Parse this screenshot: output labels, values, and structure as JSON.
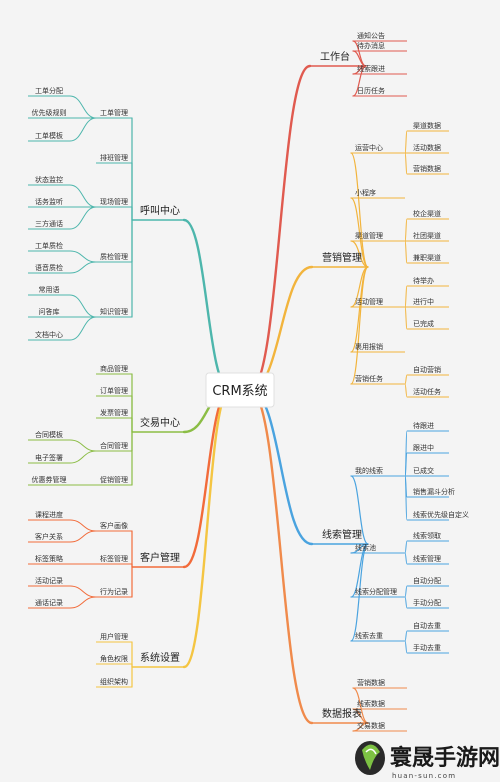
{
  "center": {
    "label": "CRM系统"
  },
  "branches": [
    {
      "label": "工作台",
      "color": "#e05a4f",
      "children": [
        {
          "label": "通知公告"
        },
        {
          "label": "待办消息"
        },
        {
          "label": "线索跟进"
        },
        {
          "label": "日历任务"
        }
      ]
    },
    {
      "label": "营销管理",
      "color": "#f2b43c",
      "children": [
        {
          "label": "运营中心",
          "children": [
            {
              "label": "渠道数据"
            },
            {
              "label": "活动数据"
            },
            {
              "label": "营销数据"
            }
          ]
        },
        {
          "label": "小程序"
        },
        {
          "label": "渠道管理",
          "children": [
            {
              "label": "校企渠道"
            },
            {
              "label": "社团渠道"
            },
            {
              "label": "兼职渠道"
            }
          ]
        },
        {
          "label": "活动管理",
          "children": [
            {
              "label": "待举办"
            },
            {
              "label": "进行中"
            },
            {
              "label": "已完成"
            }
          ]
        },
        {
          "label": "裹用报销"
        },
        {
          "label": "营销任务",
          "children": [
            {
              "label": "自动营销"
            },
            {
              "label": "活动任务"
            }
          ]
        }
      ]
    },
    {
      "label": "线索管理",
      "color": "#4aa3df",
      "children": [
        {
          "label": "我的线索",
          "children": [
            {
              "label": "待跟进"
            },
            {
              "label": "跟进中"
            },
            {
              "label": "已成交"
            },
            {
              "label": "销售漏斗分析"
            },
            {
              "label": "线索优先级自定义"
            }
          ]
        },
        {
          "label": "线索池",
          "children": [
            {
              "label": "线索领取"
            },
            {
              "label": "线索管理"
            }
          ]
        },
        {
          "label": "线索分配管理",
          "children": [
            {
              "label": "自动分配"
            },
            {
              "label": "手动分配"
            }
          ]
        },
        {
          "label": "线索去重",
          "children": [
            {
              "label": "自动去重"
            },
            {
              "label": "手动去重"
            }
          ]
        }
      ]
    },
    {
      "label": "数据报表",
      "color": "#f08a4b",
      "children": [
        {
          "label": "营销数据"
        },
        {
          "label": "线索数据"
        },
        {
          "label": "交易数据"
        }
      ]
    },
    {
      "label": "呼叫中心",
      "color": "#4db6ac",
      "children": [
        {
          "label": "工单管理",
          "children": [
            {
              "label": "工单分配"
            },
            {
              "label": "优先级规则"
            },
            {
              "label": "工单模板"
            }
          ]
        },
        {
          "label": "排班管理"
        },
        {
          "label": "现场管理",
          "children": [
            {
              "label": "状态监控"
            },
            {
              "label": "话务监听"
            },
            {
              "label": "三方通话"
            }
          ]
        },
        {
          "label": "质检管理",
          "children": [
            {
              "label": "工单质检"
            },
            {
              "label": "语音质检"
            }
          ]
        },
        {
          "label": "知识管理",
          "children": [
            {
              "label": "常用语"
            },
            {
              "label": "问答库"
            },
            {
              "label": "文档中心"
            }
          ]
        }
      ]
    },
    {
      "label": "交易中心",
      "color": "#8bbd45",
      "children": [
        {
          "label": "商品管理"
        },
        {
          "label": "订单管理"
        },
        {
          "label": "发票管理"
        },
        {
          "label": "合同管理",
          "children": [
            {
              "label": "合同模板"
            },
            {
              "label": "电子签署"
            }
          ]
        },
        {
          "label": "促销管理",
          "children": [
            {
              "label": "优惠券管理"
            }
          ]
        }
      ]
    },
    {
      "label": "客户管理",
      "color": "#f26b3a",
      "children": [
        {
          "label": "客户画像",
          "children": [
            {
              "label": "课程进度"
            },
            {
              "label": "客户关系"
            }
          ]
        },
        {
          "label": "标签管理",
          "children": [
            {
              "label": "标签策略"
            }
          ]
        },
        {
          "label": "行为记录",
          "children": [
            {
              "label": "活动记录"
            },
            {
              "label": "通话记录"
            }
          ]
        }
      ]
    },
    {
      "label": "系统设置",
      "color": "#f4c542",
      "children": [
        {
          "label": "用户管理"
        },
        {
          "label": "角色权限"
        },
        {
          "label": "组织架构"
        }
      ]
    }
  ],
  "watermark": {
    "title": "寰晟手游网",
    "url": "huan-sun.com"
  }
}
